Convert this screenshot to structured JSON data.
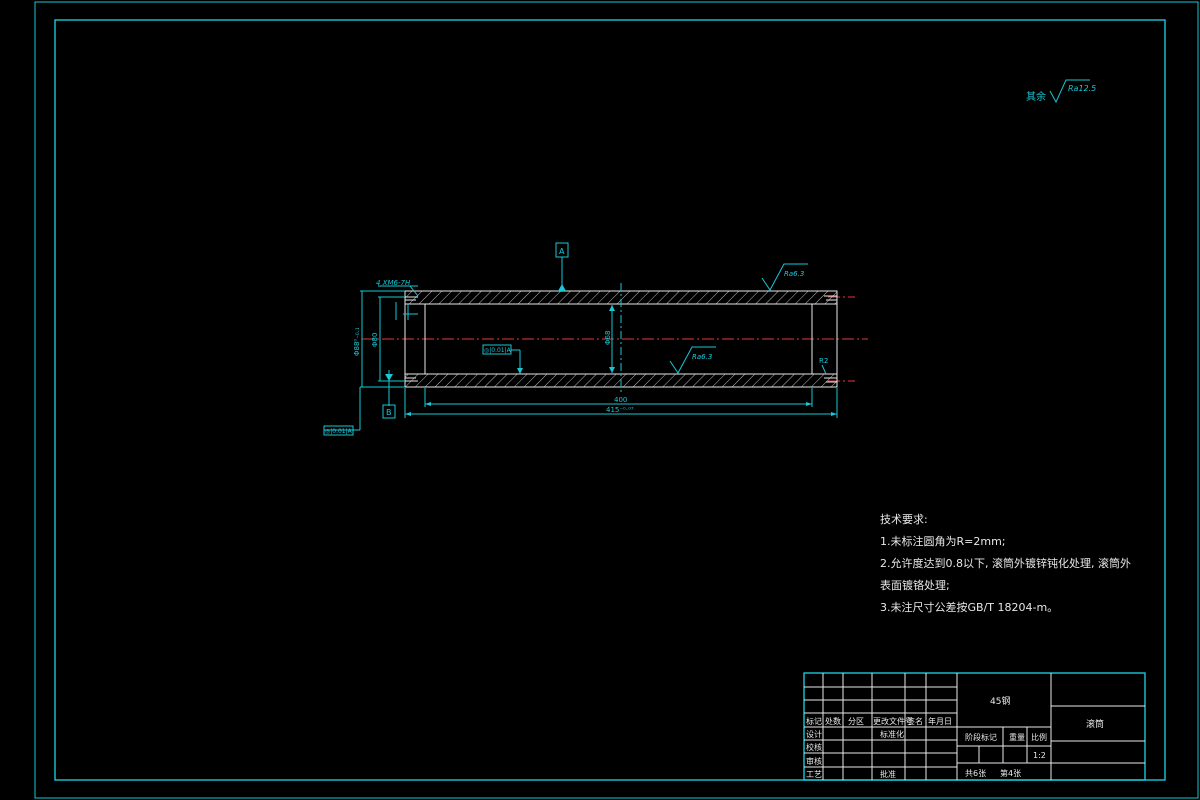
{
  "roughness_default": {
    "prefix": "其余",
    "value": "Ra12.5"
  },
  "datums": {
    "a": "A",
    "b": "B"
  },
  "annotations": {
    "thread": "4 XM6-7H",
    "dim_outer_dia": "Φ80",
    "dim_od_tol": "Φ88⁰₋₀.₁",
    "dim_inner_dia": "Φ68",
    "dim_len_400": "400",
    "dim_len_415": "415⁻⁰·⁰⁷",
    "rough_top": "Ra6.3",
    "rough_inner": "Ra6.3",
    "radius": "R2",
    "gtol_1": "◎|0.01|A",
    "gtol_2": "◎|0.01|A"
  },
  "tech_notes": {
    "title": "技术要求:",
    "line1": "1.未标注圆角为R=2mm;",
    "line2": "2.允许度达到0.8以下, 滚筒外镀锌钝化处理, 滚筒外",
    "line3": "表面镀铬处理;",
    "line4": "3.未注尺寸公差按GB/T 18204-m。"
  },
  "title_block": {
    "material": "45钢",
    "part_name": "滚筒",
    "scale": "1:2",
    "header_cells": [
      "标记",
      "处数",
      "分区",
      "更改文件号",
      "签名",
      "年月日"
    ],
    "row_labels": [
      "设计",
      "校核",
      "审核",
      "工艺"
    ],
    "std_label": "标准化",
    "approve_label": "批准",
    "stage_label": "阶段标记",
    "weight_label": "重量",
    "scale_label": "比例",
    "sheet_total": "共6张",
    "sheet_no": "第4张"
  }
}
